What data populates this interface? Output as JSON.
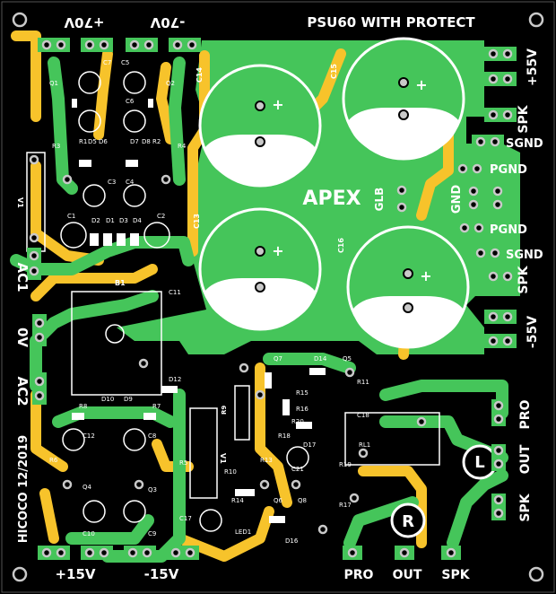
{
  "colors": {
    "board": "#000000",
    "copper": "#45c55a",
    "yellow": "#f7c32b",
    "silk": "#ffffff",
    "pad": "#c9c9c9"
  },
  "labels": {
    "title": "PSU60 WITH PROTECT",
    "apex": "APEX",
    "glb": "GLB",
    "v70p": "+70V",
    "v70n": "-70V",
    "v55p": "+55V",
    "v55n": "-55V",
    "spk1": "SPK",
    "spk2": "SPK",
    "sgnd1": "SGND",
    "sgnd2": "SGND",
    "pgnd1": "PGND",
    "pgnd2": "PGND",
    "gnd": "GND",
    "ac1": "AC1",
    "ov": "0V",
    "ac2": "AC2",
    "hicoco": "HICOCO 12/2019",
    "v15p": "+15V",
    "v15n": "-15V",
    "pro_b": "PRO",
    "out_b": "OUT",
    "spk_b": "SPK",
    "pro_r": "PRO",
    "out_r": "OUT",
    "spk_r": "SPK",
    "L": "L",
    "R": "R",
    "c14": "C14",
    "c15": "C15",
    "c13": "C13",
    "c16": "C16",
    "b1": "B1",
    "v1a": "V1",
    "v1b": "V1",
    "r9": "R9",
    "plus": "+"
  },
  "components": [
    "Q1",
    "C7",
    "C5",
    "R3",
    "D5",
    "D6",
    "R1",
    "C3",
    "C1",
    "D2",
    "D1",
    "D3",
    "D4",
    "C2",
    "C6",
    "C4",
    "D7",
    "D8",
    "R2",
    "R4",
    "Q2",
    "C11",
    "D12",
    "R8",
    "D10",
    "D9",
    "R7",
    "C12",
    "C10",
    "Q4",
    "R6",
    "Q3",
    "R5",
    "C9",
    "C8",
    "Q7",
    "D14",
    "Q5",
    "R11",
    "R15",
    "R16",
    "R18",
    "R20",
    "D17",
    "C21",
    "R13",
    "R10",
    "R14",
    "D16",
    "Q6",
    "Q8",
    "R17",
    "R19",
    "C17",
    "LED1",
    "C18",
    "RL1"
  ]
}
